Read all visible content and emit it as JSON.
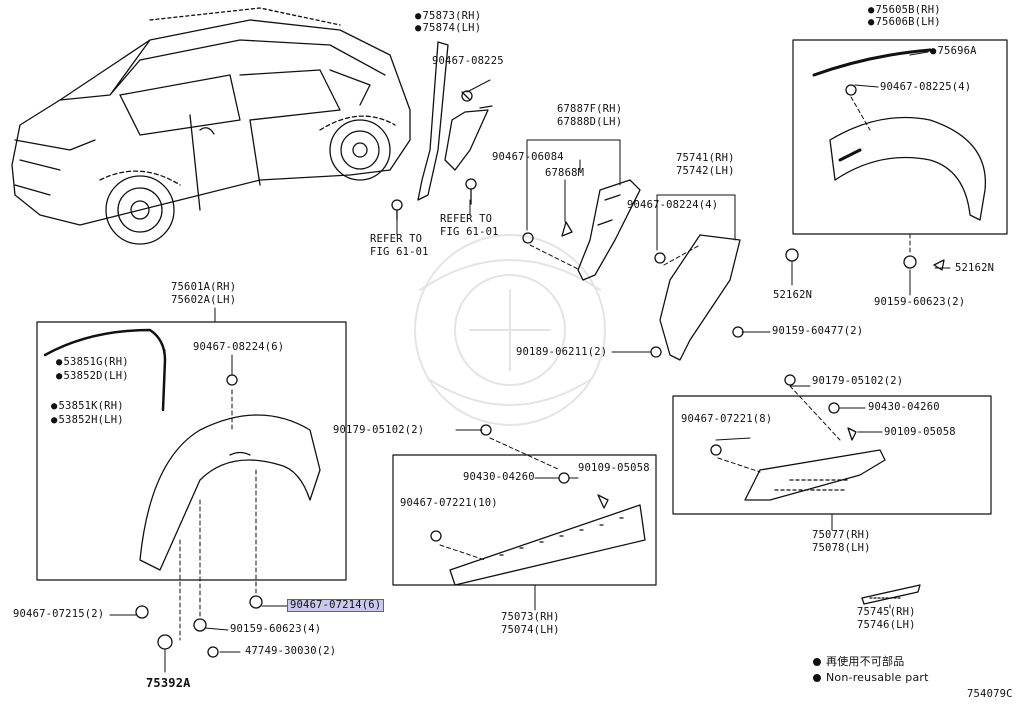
{
  "diagram_code": "754079C",
  "legend": {
    "jp": "再使用不可部品",
    "en": "Non-reusable part"
  },
  "parts": {
    "p75873": "75873(RH)",
    "p75874": "75874(LH)",
    "p90467_08225_top": "90467-08225",
    "refer1_a": "REFER TO",
    "refer1_b": "FIG 61-01",
    "refer2_a": "REFER TO",
    "refer2_b": "FIG 61-01",
    "p67887F": "67887F(RH)",
    "p67888D": "67888D(LH)",
    "p90467_06084": "90467-06084",
    "p67868M": "67868M",
    "p75741": "75741(RH)",
    "p75742": "75742(LH)",
    "p90467_08224_4": "90467-08224(4)",
    "p75605B": "75605B(RH)",
    "p75606B": "75606B(LH)",
    "p75696A": "75696A",
    "p90467_08225_4": "90467-08225(4)",
    "p52162N_a": "52162N",
    "p52162N_b": "52162N",
    "p90159_60623_2": "90159-60623(2)",
    "p90159_60477_2": "90159-60477(2)",
    "p90189_06211_2": "90189-06211(2)",
    "p75601A": "75601A(RH)",
    "p75602A": "75602A(LH)",
    "p90467_08224_6": "90467-08224(6)",
    "p53851G": "53851G(RH)",
    "p53852D": "53852D(LH)",
    "p53851K": "53851K(RH)",
    "p53852H": "53852H(LH)",
    "p90467_07215_2": "90467-07215(2)",
    "p90467_07214_6": "90467-07214(6)",
    "p90159_60623_4": "90159-60623(4)",
    "p47749_30030_2": "47749-30030(2)",
    "p75392A": "75392A",
    "p90179_05102_2_mid": "90179-05102(2)",
    "p90430_04260_mid": "90430-04260",
    "p90109_05058_mid": "90109-05058",
    "p90467_07221_10": "90467-07221(10)",
    "p75073": "75073(RH)",
    "p75074": "75074(LH)",
    "p90179_05102_2_right": "90179-05102(2)",
    "p90430_04260_right": "90430-04260",
    "p90467_07221_8": "90467-07221(8)",
    "p90109_05058_right": "90109-05058",
    "p75077": "75077(RH)",
    "p75078": "75078(LH)",
    "p75745": "75745(RH)",
    "p75746": "75746(LH)"
  }
}
